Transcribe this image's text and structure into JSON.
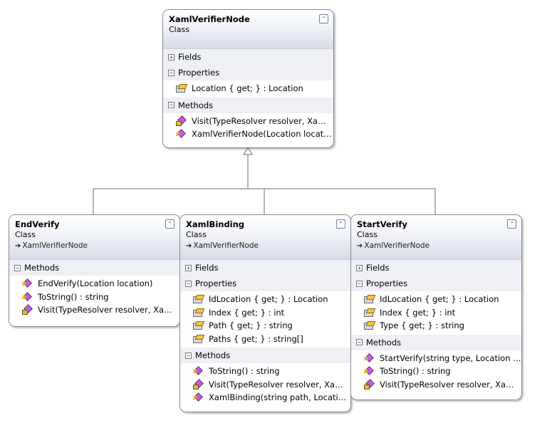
{
  "base": {
    "title": "XamlVerifierNode",
    "kind": "Class",
    "fields_label": "Fields",
    "properties_label": "Properties",
    "methods_label": "Methods",
    "properties": [
      {
        "text": "Location { get; } : Location",
        "icon": "property-icon"
      }
    ],
    "methods": [
      {
        "text": "Visit(TypeResolver  resolver,  Xaml...",
        "icon": "protected-method-icon"
      },
      {
        "text": "XamlVerifierNode(Location  locati...",
        "icon": "method-icon"
      }
    ]
  },
  "end_verify": {
    "title": "EndVerify",
    "kind": "Class",
    "inherits": "XamlVerifierNode",
    "methods_label": "Methods",
    "methods": [
      {
        "text": "EndVerify(Location location)",
        "icon": "method-icon"
      },
      {
        "text": "ToString() : string",
        "icon": "method-icon"
      },
      {
        "text": "Visit(TypeResolver  resolver,  Xaml...",
        "icon": "protected-method-icon"
      }
    ]
  },
  "xaml_binding": {
    "title": "XamlBinding",
    "kind": "Class",
    "inherits": "XamlVerifierNode",
    "fields_label": "Fields",
    "properties_label": "Properties",
    "methods_label": "Methods",
    "properties": [
      {
        "text": "IdLocation { get; } : Location",
        "icon": "property-icon"
      },
      {
        "text": "Index { get; } : int",
        "icon": "property-icon"
      },
      {
        "text": "Path { get; } : string",
        "icon": "property-icon"
      },
      {
        "text": "Paths { get; } : string[]",
        "icon": "property-icon"
      }
    ],
    "methods": [
      {
        "text": "ToString() : string",
        "icon": "method-icon"
      },
      {
        "text": "Visit(TypeResolver  resolver,  Xaml...",
        "icon": "protected-method-icon"
      },
      {
        "text": "XamlBinding(string path,  Locatio...",
        "icon": "method-icon"
      }
    ]
  },
  "start_verify": {
    "title": "StartVerify",
    "kind": "Class",
    "inherits": "XamlVerifierNode",
    "fields_label": "Fields",
    "properties_label": "Properties",
    "methods_label": "Methods",
    "properties": [
      {
        "text": "IdLocation { get; } : Location",
        "icon": "property-icon"
      },
      {
        "text": "Index { get; } : int",
        "icon": "property-icon"
      },
      {
        "text": "Type { get; } : string",
        "icon": "property-icon"
      }
    ],
    "methods": [
      {
        "text": "StartVerify(string type,  Location  l...",
        "icon": "method-icon"
      },
      {
        "text": "ToString() : string",
        "icon": "method-icon"
      },
      {
        "text": "Visit(TypeResolver  resolver,  Xaml...",
        "icon": "protected-method-icon"
      }
    ]
  },
  "colors": {
    "header_gradient_end": "#d7dbea",
    "section_bg": "#eef0f5",
    "border": "#8a8a8a",
    "connector": "#6e6e6e"
  }
}
